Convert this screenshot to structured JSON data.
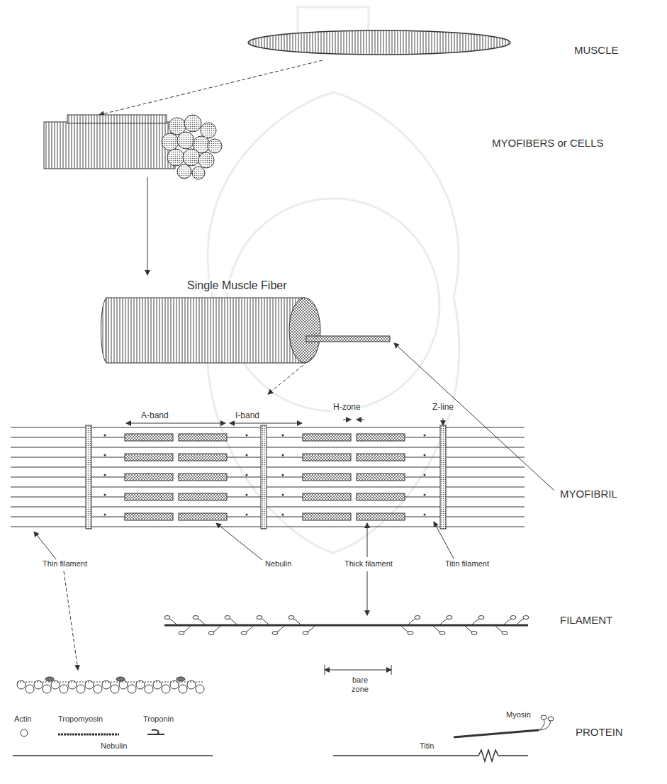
{
  "diagram": {
    "labels": [
      "MUSCLE",
      "MYOFIBERS or CELLS",
      "Single Muscle Fiber",
      "A-band",
      "I-band",
      "H-zone",
      "Z-line",
      "MYOFIBRIL",
      "Thin filament",
      "Nebulin",
      "Thick filament",
      "Titin filament",
      "FILAMENT",
      "bare zone",
      "Actin",
      "Tropomyosin",
      "Troponin",
      "Myosin",
      "PROTEIN",
      "Nebulin",
      "Titin"
    ]
  }
}
